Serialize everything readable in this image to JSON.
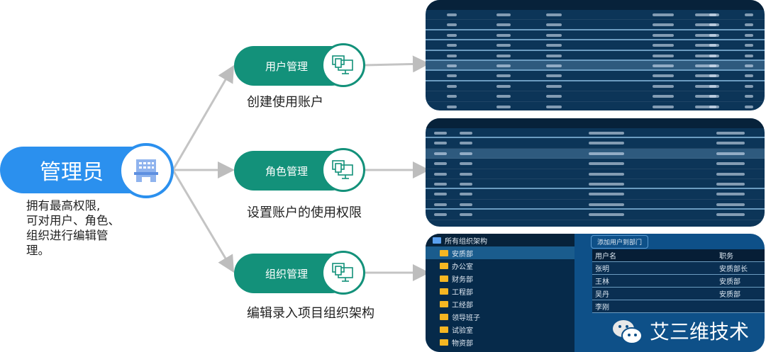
{
  "admin": {
    "title": "管理员",
    "icon": "building-icon",
    "color": "#2b90ee",
    "description": [
      "拥有最高权限,",
      "可对用户、角色、",
      "组织进行编辑管",
      "理。"
    ]
  },
  "modules": [
    {
      "title": "用户管理",
      "icon": "computers-icon",
      "description": "创建使用账户"
    },
    {
      "title": "角色管理",
      "icon": "computers-icon",
      "description": "设置账户的使用权限"
    },
    {
      "title": "组织管理",
      "icon": "computers-icon",
      "description": "编辑录入项目组织架构"
    }
  ],
  "module_color": "#13917a",
  "org_panel": {
    "root": "所有组织架构",
    "folders": [
      "安质部",
      "办公室",
      "财务部",
      "工程部",
      "工经部",
      "领导班子",
      "试验室",
      "物资部"
    ],
    "button": "添加用户到部门",
    "table": {
      "headers": [
        "用户名",
        "职务"
      ],
      "rows": [
        [
          "张明",
          "安质部长"
        ],
        [
          "王林",
          "安质部"
        ],
        [
          "吴丹",
          "安质部"
        ],
        [
          "李刚",
          ""
        ]
      ]
    }
  },
  "watermark": "艾三维技术"
}
